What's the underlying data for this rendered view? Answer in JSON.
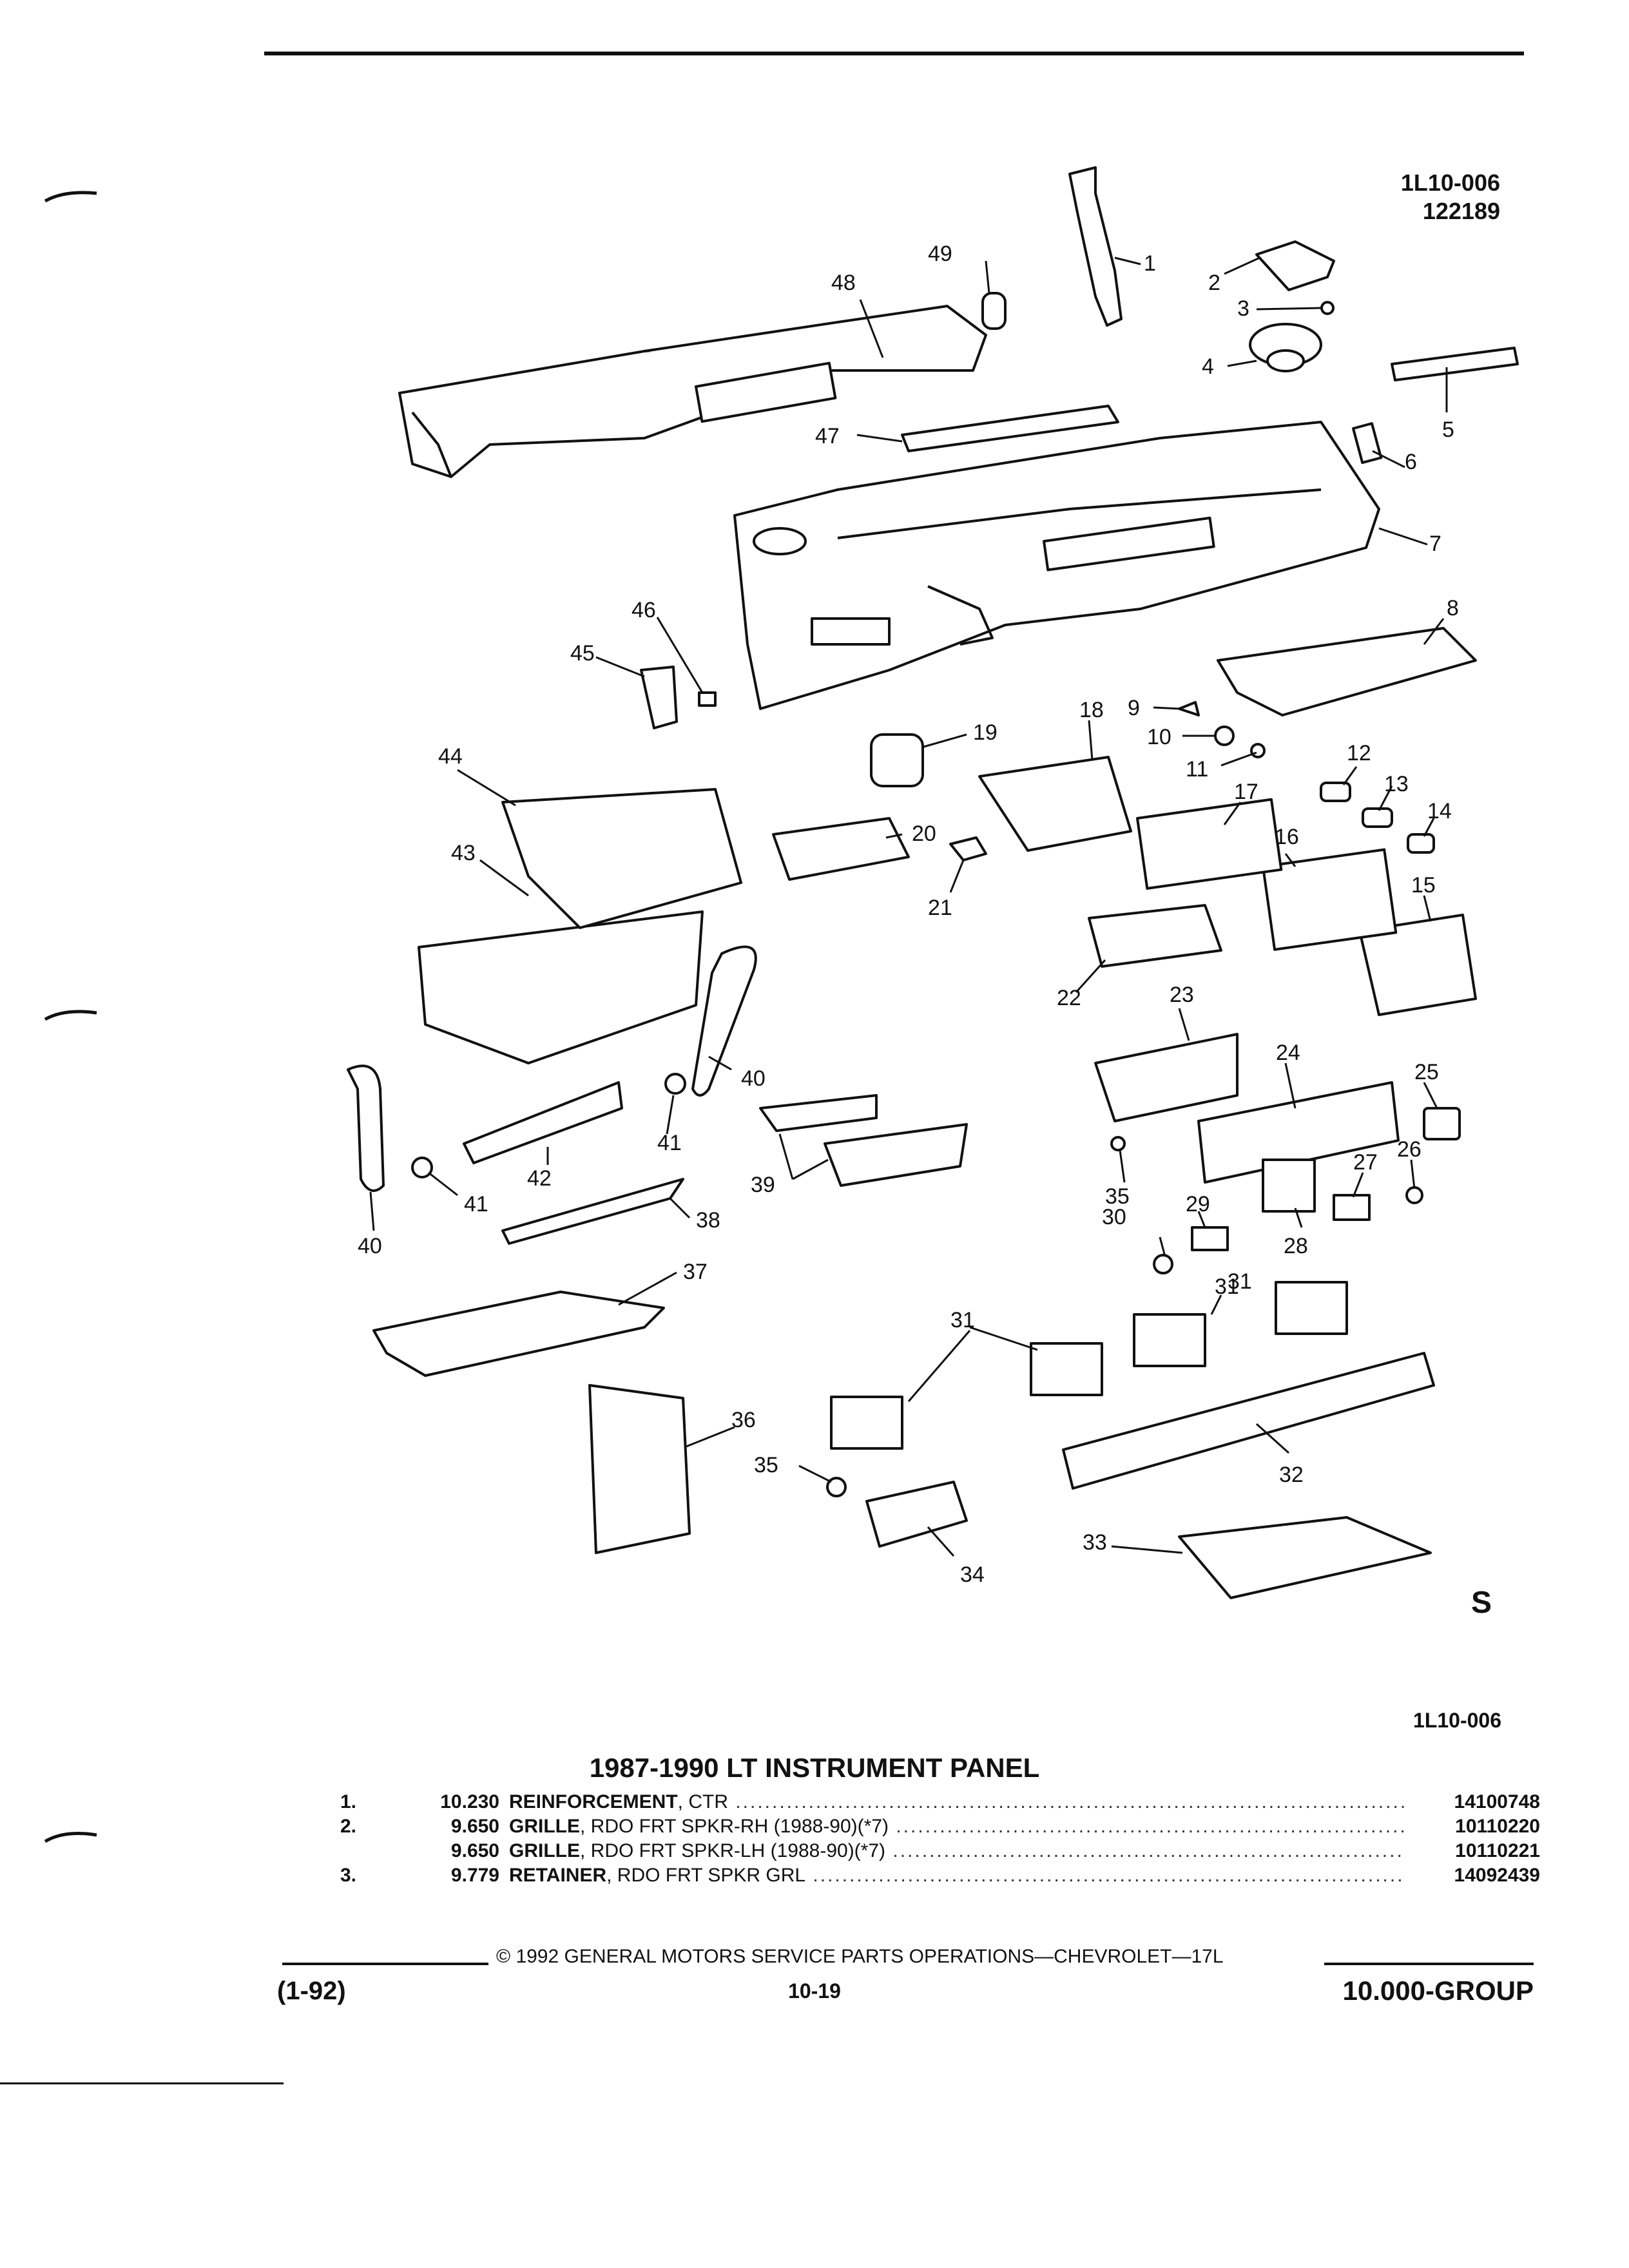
{
  "header": {
    "illustration_code": "1L10-006",
    "date_code": "122189"
  },
  "diagram": {
    "callouts": [
      "1",
      "2",
      "3",
      "4",
      "5",
      "6",
      "7",
      "8",
      "9",
      "10",
      "11",
      "12",
      "13",
      "14",
      "15",
      "16",
      "17",
      "18",
      "19",
      "20",
      "21",
      "22",
      "23",
      "24",
      "25",
      "26",
      "27",
      "28",
      "29",
      "30",
      "31",
      "31",
      "31",
      "32",
      "33",
      "34",
      "35",
      "35",
      "36",
      "37",
      "38",
      "39",
      "40",
      "40",
      "41",
      "41",
      "42",
      "43",
      "44",
      "45",
      "46",
      "47",
      "48",
      "49"
    ],
    "logo_mark": "S"
  },
  "figure_code_bottom": "1L10-006",
  "title": "1987-1990 LT INSTRUMENT PANEL",
  "parts": [
    {
      "num": "1.",
      "size": "10.230",
      "name": "REINFORCEMENT",
      "detail": ", CTR",
      "part_no": "14100748"
    },
    {
      "num": "2.",
      "size": "9.650",
      "name": "GRILLE",
      "detail": ", RDO FRT SPKR-RH (1988-90)(*7)",
      "part_no": "10110220"
    },
    {
      "num": "",
      "size": "9.650",
      "name": "GRILLE",
      "detail": ", RDO FRT SPKR-LH (1988-90)(*7)",
      "part_no": "10110221"
    },
    {
      "num": "3.",
      "size": "9.779",
      "name": "RETAINER",
      "detail": ", RDO FRT SPKR GRL",
      "part_no": "14092439"
    }
  ],
  "footer": {
    "copyright": "© 1992 GENERAL MOTORS SERVICE PARTS OPERATIONS—CHEVROLET—17L",
    "page": "10-19",
    "edition": "(1-92)",
    "group": "10.000-GROUP"
  }
}
